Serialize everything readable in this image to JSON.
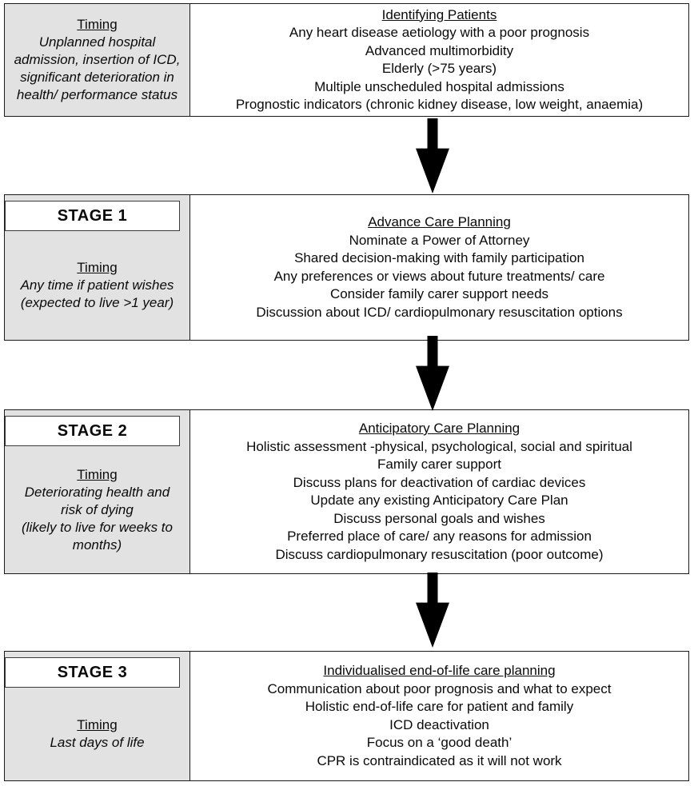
{
  "colors": {
    "cell_bg": "#e2e2e2",
    "border": "#1a1a1a",
    "arrow": "#000000"
  },
  "blocks": [
    {
      "stage_label": null,
      "timing_heading": "Timing",
      "timing_lines": [
        "Unplanned hospital admission, insertion of ICD, significant deterioration in health/ performance status"
      ],
      "title": "Identifying Patients",
      "items": [
        "Any heart disease aetiology with a poor prognosis",
        "Advanced multimorbidity",
        "Elderly (>75 years)",
        "Multiple unscheduled hospital admissions",
        "Prognostic indicators (chronic kidney disease, low weight, anaemia)"
      ]
    },
    {
      "stage_label": "STAGE 1",
      "timing_heading": "Timing",
      "timing_lines": [
        "Any time if patient wishes",
        "(expected to live >1 year)"
      ],
      "title": "Advance Care Planning",
      "items": [
        "Nominate a Power of Attorney",
        "Shared decision-making with family participation",
        "Any preferences or views about future treatments/ care",
        "Consider family carer support needs",
        "Discussion about ICD/ cardiopulmonary resuscitation options"
      ]
    },
    {
      "stage_label": "STAGE 2",
      "timing_heading": "Timing",
      "timing_lines": [
        "Deteriorating health and risk of dying",
        "(likely to live for weeks to months)"
      ],
      "title": "Anticipatory Care Planning",
      "items": [
        "Holistic assessment -physical, psychological, social and spiritual",
        "Family carer support",
        "Discuss plans for deactivation of cardiac devices",
        "Update any existing Anticipatory Care Plan",
        "Discuss personal goals and wishes",
        "Preferred place of care/ any reasons for admission",
        "Discuss cardiopulmonary resuscitation (poor outcome)"
      ]
    },
    {
      "stage_label": "STAGE 3",
      "timing_heading": "Timing",
      "timing_lines": [
        "Last days of life"
      ],
      "title": "Individualised end-of-life care planning",
      "items": [
        "Communication about poor prognosis and what to expect",
        "Holistic end-of-life care for patient and family",
        "ICD deactivation",
        "Focus on a ‘good death’",
        "CPR is contraindicated as it will not work"
      ]
    }
  ]
}
